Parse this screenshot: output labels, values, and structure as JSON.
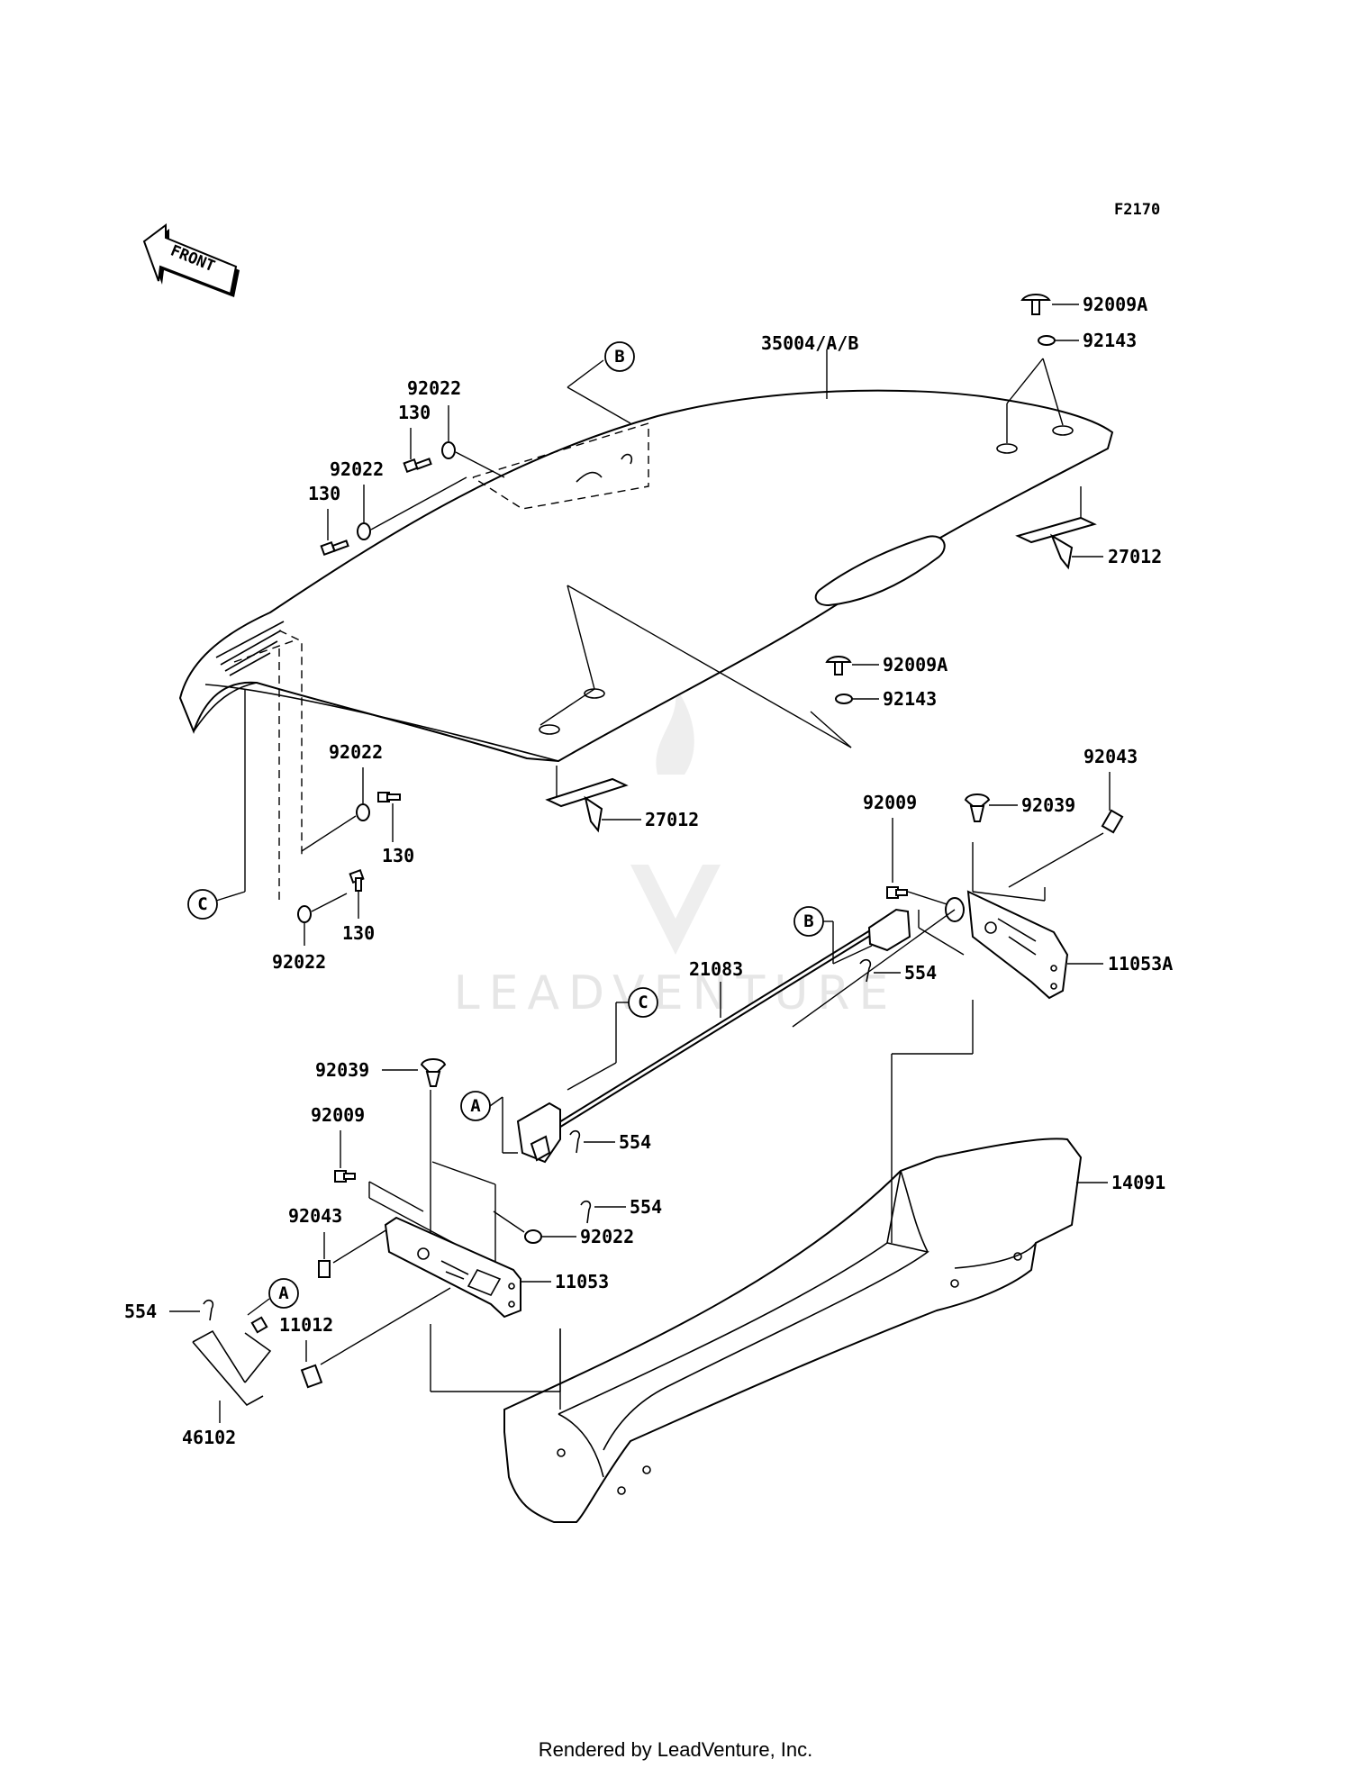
{
  "figure_code": "F2170",
  "orientation": "FRONT",
  "watermark": "LEADVENTURE",
  "footer": "Rendered by LeadVenture, Inc.",
  "parts": {
    "p35004": "35004/A/B",
    "p92009A_top": "92009A",
    "p92143_top": "92143",
    "p27012_right": "27012",
    "p92022_a": "92022",
    "p130_a": "130",
    "p92022_b": "92022",
    "p130_b": "130",
    "p92009A_mid": "92009A",
    "p92143_mid": "92143",
    "p27012_center": "27012",
    "p92022_c": "92022",
    "p130_c": "130",
    "p130_d": "130",
    "p92022_d": "92022",
    "p92043_right": "92043",
    "p92009_right": "92009",
    "p92039_right": "92039",
    "p11053A": "11053A",
    "p554_a": "554",
    "p21083": "21083",
    "p92039_left": "92039",
    "p554_b": "554",
    "p92009_left": "92009",
    "p554_c": "554",
    "p92043_left": "92043",
    "p92022_e": "92022",
    "p11053": "11053",
    "p14091": "14091",
    "p554_d": "554",
    "p11012": "11012",
    "p46102": "46102"
  },
  "callouts": {
    "B_top": "B",
    "C_left": "C",
    "B_right": "B",
    "C_mid": "C",
    "A_mid": "A",
    "A_low": "A"
  }
}
